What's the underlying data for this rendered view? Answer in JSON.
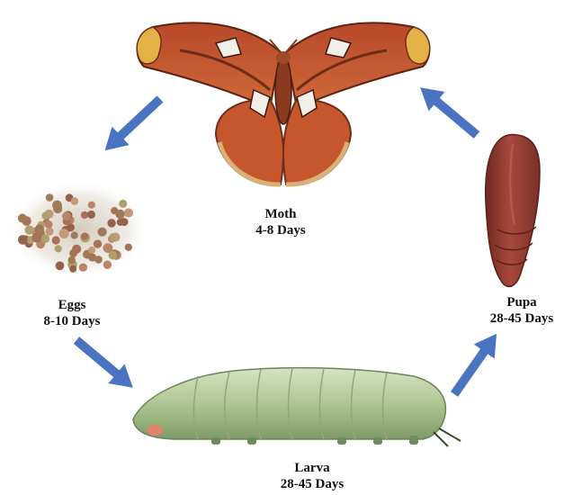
{
  "stages": {
    "moth": {
      "name": "Moth",
      "duration": "4-8 Days"
    },
    "eggs": {
      "name": "Eggs",
      "duration": "8-10 Days"
    },
    "pupa": {
      "name": "Pupa",
      "duration": "28-45 Days"
    },
    "larva": {
      "name": "Larva",
      "duration": "28-45 Days"
    }
  },
  "colors": {
    "arrow": "#4a74c2",
    "moth_wing": "#c4552c",
    "moth_dark": "#6e2d18",
    "moth_tan": "#d9b177",
    "larva_green": "#b5cc9c",
    "pupa_red": "#9c3a30",
    "egg_brown": "#a8715a"
  }
}
